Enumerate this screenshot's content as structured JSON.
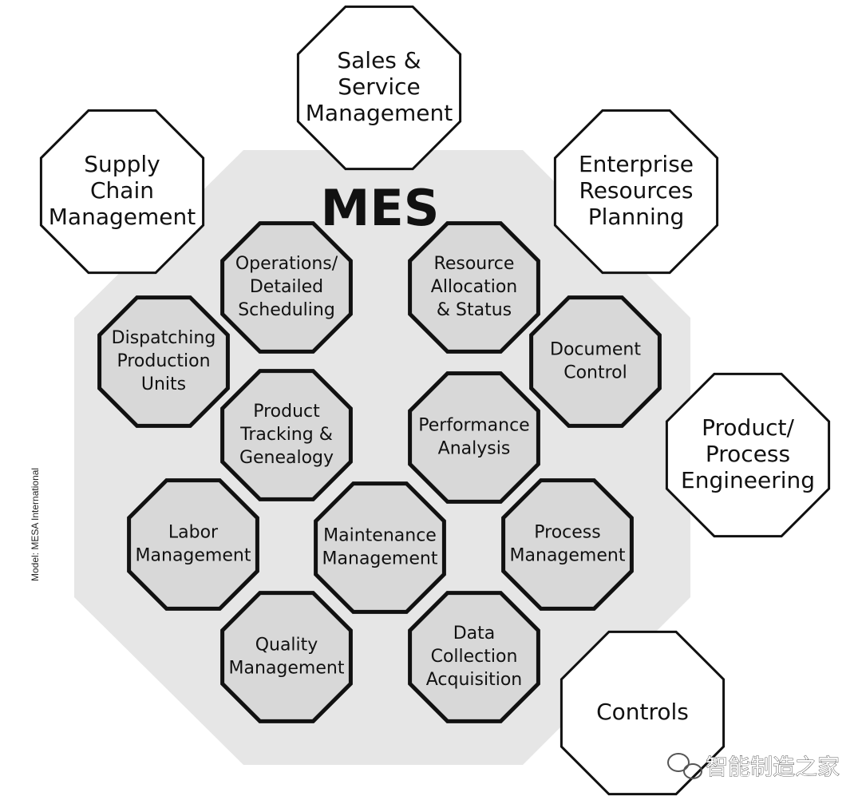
{
  "title": "MES",
  "outer_modules": [
    {
      "id": "sales-service-management",
      "lines": [
        "Sales &",
        "Service",
        "Management"
      ]
    },
    {
      "id": "supply-chain-management",
      "lines": [
        "Supply",
        "Chain",
        "Management"
      ]
    },
    {
      "id": "enterprise-resources-planning",
      "lines": [
        "Enterprise",
        "Resources",
        "Planning"
      ]
    },
    {
      "id": "product-process-engineering",
      "lines": [
        "Product/",
        "Process",
        "Engineering"
      ]
    },
    {
      "id": "controls",
      "lines": [
        "Controls"
      ]
    }
  ],
  "inner_modules": [
    {
      "id": "operations-detailed-scheduling",
      "lines": [
        "Operations/",
        "Detailed",
        "Scheduling"
      ]
    },
    {
      "id": "resource-allocation-status",
      "lines": [
        "Resource",
        "Allocation",
        "& Status"
      ]
    },
    {
      "id": "dispatching-production-units",
      "lines": [
        "Dispatching",
        "Production",
        "Units"
      ]
    },
    {
      "id": "document-control",
      "lines": [
        "Document",
        "Control"
      ]
    },
    {
      "id": "product-tracking-genealogy",
      "lines": [
        "Product",
        "Tracking &",
        "Genealogy"
      ]
    },
    {
      "id": "performance-analysis",
      "lines": [
        "Performance",
        "Analysis"
      ]
    },
    {
      "id": "labor-management",
      "lines": [
        "Labor",
        "Management"
      ]
    },
    {
      "id": "maintenance-management",
      "lines": [
        "Maintenance",
        "Management"
      ]
    },
    {
      "id": "process-management",
      "lines": [
        "Process",
        "Management"
      ]
    },
    {
      "id": "quality-management",
      "lines": [
        "Quality",
        "Management"
      ]
    },
    {
      "id": "data-collection-acquisition",
      "lines": [
        "Data",
        "Collection",
        "Acquisition"
      ]
    }
  ],
  "credit": "Model: MESA International",
  "watermark": "智能制造之家",
  "colors": {
    "mes_fill": "#e6e6e6",
    "inner_fill": "#d8d8d8",
    "outer_fill": "#ffffff",
    "stroke": "#111111"
  }
}
